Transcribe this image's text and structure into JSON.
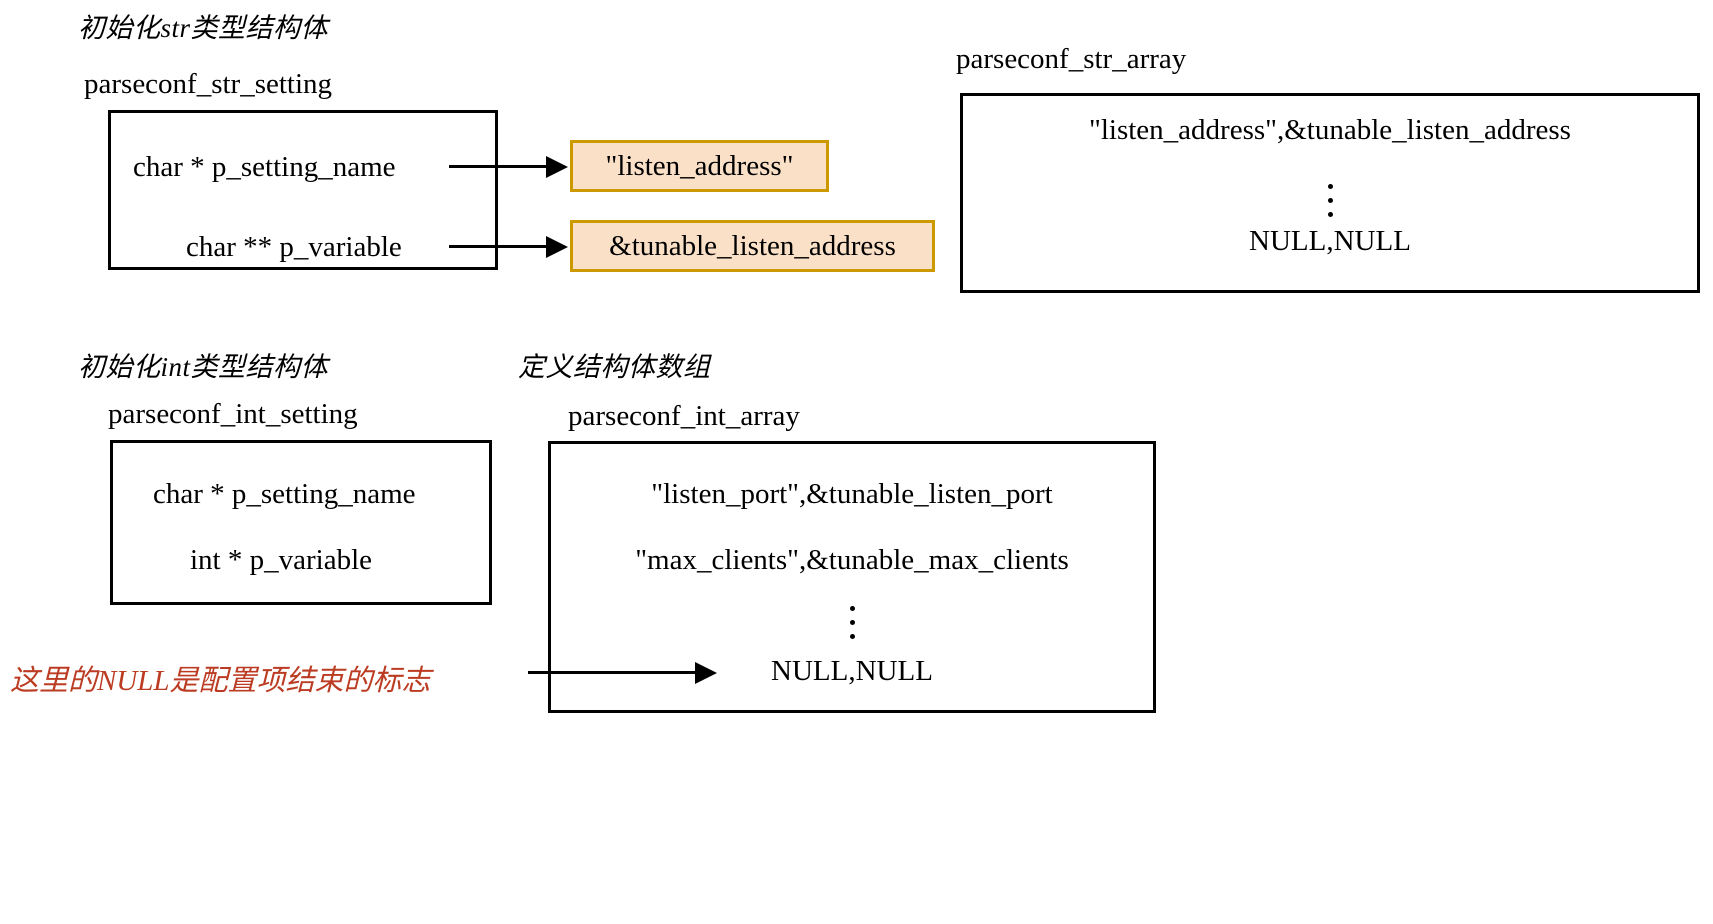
{
  "diagram": {
    "title_str_section": "初始化str类型结构体",
    "title_int_section": "初始化int类型结构体",
    "title_array_section": "定义结构体数组"
  },
  "str_setting": {
    "name": "parseconf_str_setting",
    "fields": [
      {
        "text": "char * p_setting_name"
      },
      {
        "text": "char ** p_variable"
      }
    ],
    "values": [
      {
        "text": "\"listen_address\""
      },
      {
        "text": "&tunable_listen_address"
      }
    ]
  },
  "str_array": {
    "name": "parseconf_str_array",
    "entries": [
      "\"listen_address\",&tunable_listen_address",
      "NULL,NULL"
    ]
  },
  "int_setting": {
    "name": "parseconf_int_setting",
    "fields": [
      {
        "text": "char * p_setting_name"
      },
      {
        "text": "int * p_variable"
      }
    ]
  },
  "int_array": {
    "name": "parseconf_int_array",
    "entries": [
      "\"listen_port\",&tunable_listen_port",
      "\"max_clients\",&tunable_max_clients",
      "NULL,NULL"
    ]
  },
  "annotation": {
    "text": "这里的NULL是配置项结束的标志",
    "color": "#bb3c22"
  },
  "colors": {
    "highlight_fill": "#fbe0c8",
    "highlight_border": "#cc9900",
    "box_border": "#000000",
    "text": "#000000"
  }
}
